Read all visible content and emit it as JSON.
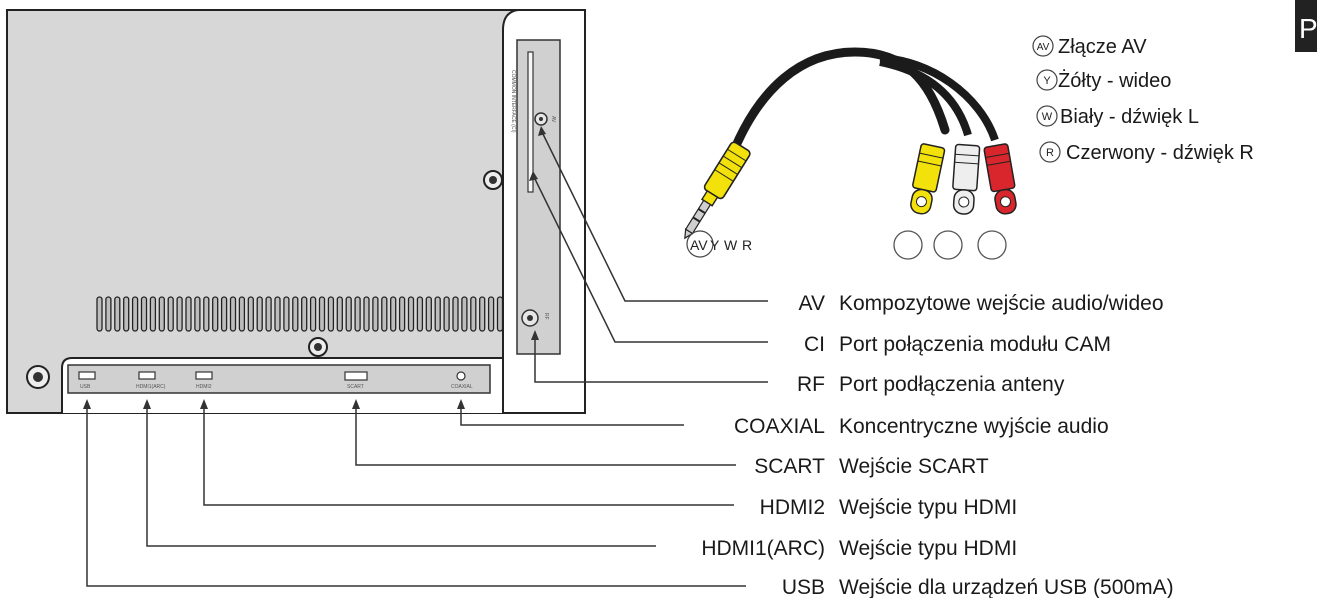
{
  "corner_badge": "P",
  "legend": [
    {
      "badge": "AV",
      "text": "Złącze AV"
    },
    {
      "badge": "Y",
      "text": "Żółty - wideo"
    },
    {
      "badge": "W",
      "text": "Biały - dźwięk L"
    },
    {
      "badge": "R",
      "text": "Czerwony - dźwięk R"
    }
  ],
  "plug_labels": {
    "av": "AV",
    "y": "Y",
    "w": "W",
    "r": "R"
  },
  "connectors": [
    {
      "code": "AV",
      "desc": "Kompozytowe wejście audio/wideo"
    },
    {
      "code": "CI",
      "desc": "Port połączenia modułu CAM"
    },
    {
      "code": "RF",
      "desc": "Port podłączenia anteny"
    },
    {
      "code": "COAXIAL",
      "desc": "Koncentryczne wyjście audio"
    },
    {
      "code": "SCART",
      "desc": "Wejście SCART"
    },
    {
      "code": "HDMI2",
      "desc": "Wejście typu HDMI"
    },
    {
      "code": "HDMI1(ARC)",
      "desc": "Wejście typu HDMI"
    },
    {
      "code": "USB",
      "desc": "Wejście dla urządzeń USB  (500mA)"
    }
  ],
  "panel_port_labels": {
    "usb": "USB",
    "hdmi1": "HDMI1(ARC)",
    "hdmi2": "HDMI2",
    "scart": "SCART",
    "coaxial": "COAXIAL",
    "side_slot": "COMMON INTERFACE (CI)",
    "av_side": "AV",
    "rf_side": "RF"
  },
  "colors": {
    "cable_yellow": "#f2e10a",
    "cable_red": "#d8262c",
    "cable_white": "#eeeeee",
    "panel": "#d7d7d7"
  }
}
